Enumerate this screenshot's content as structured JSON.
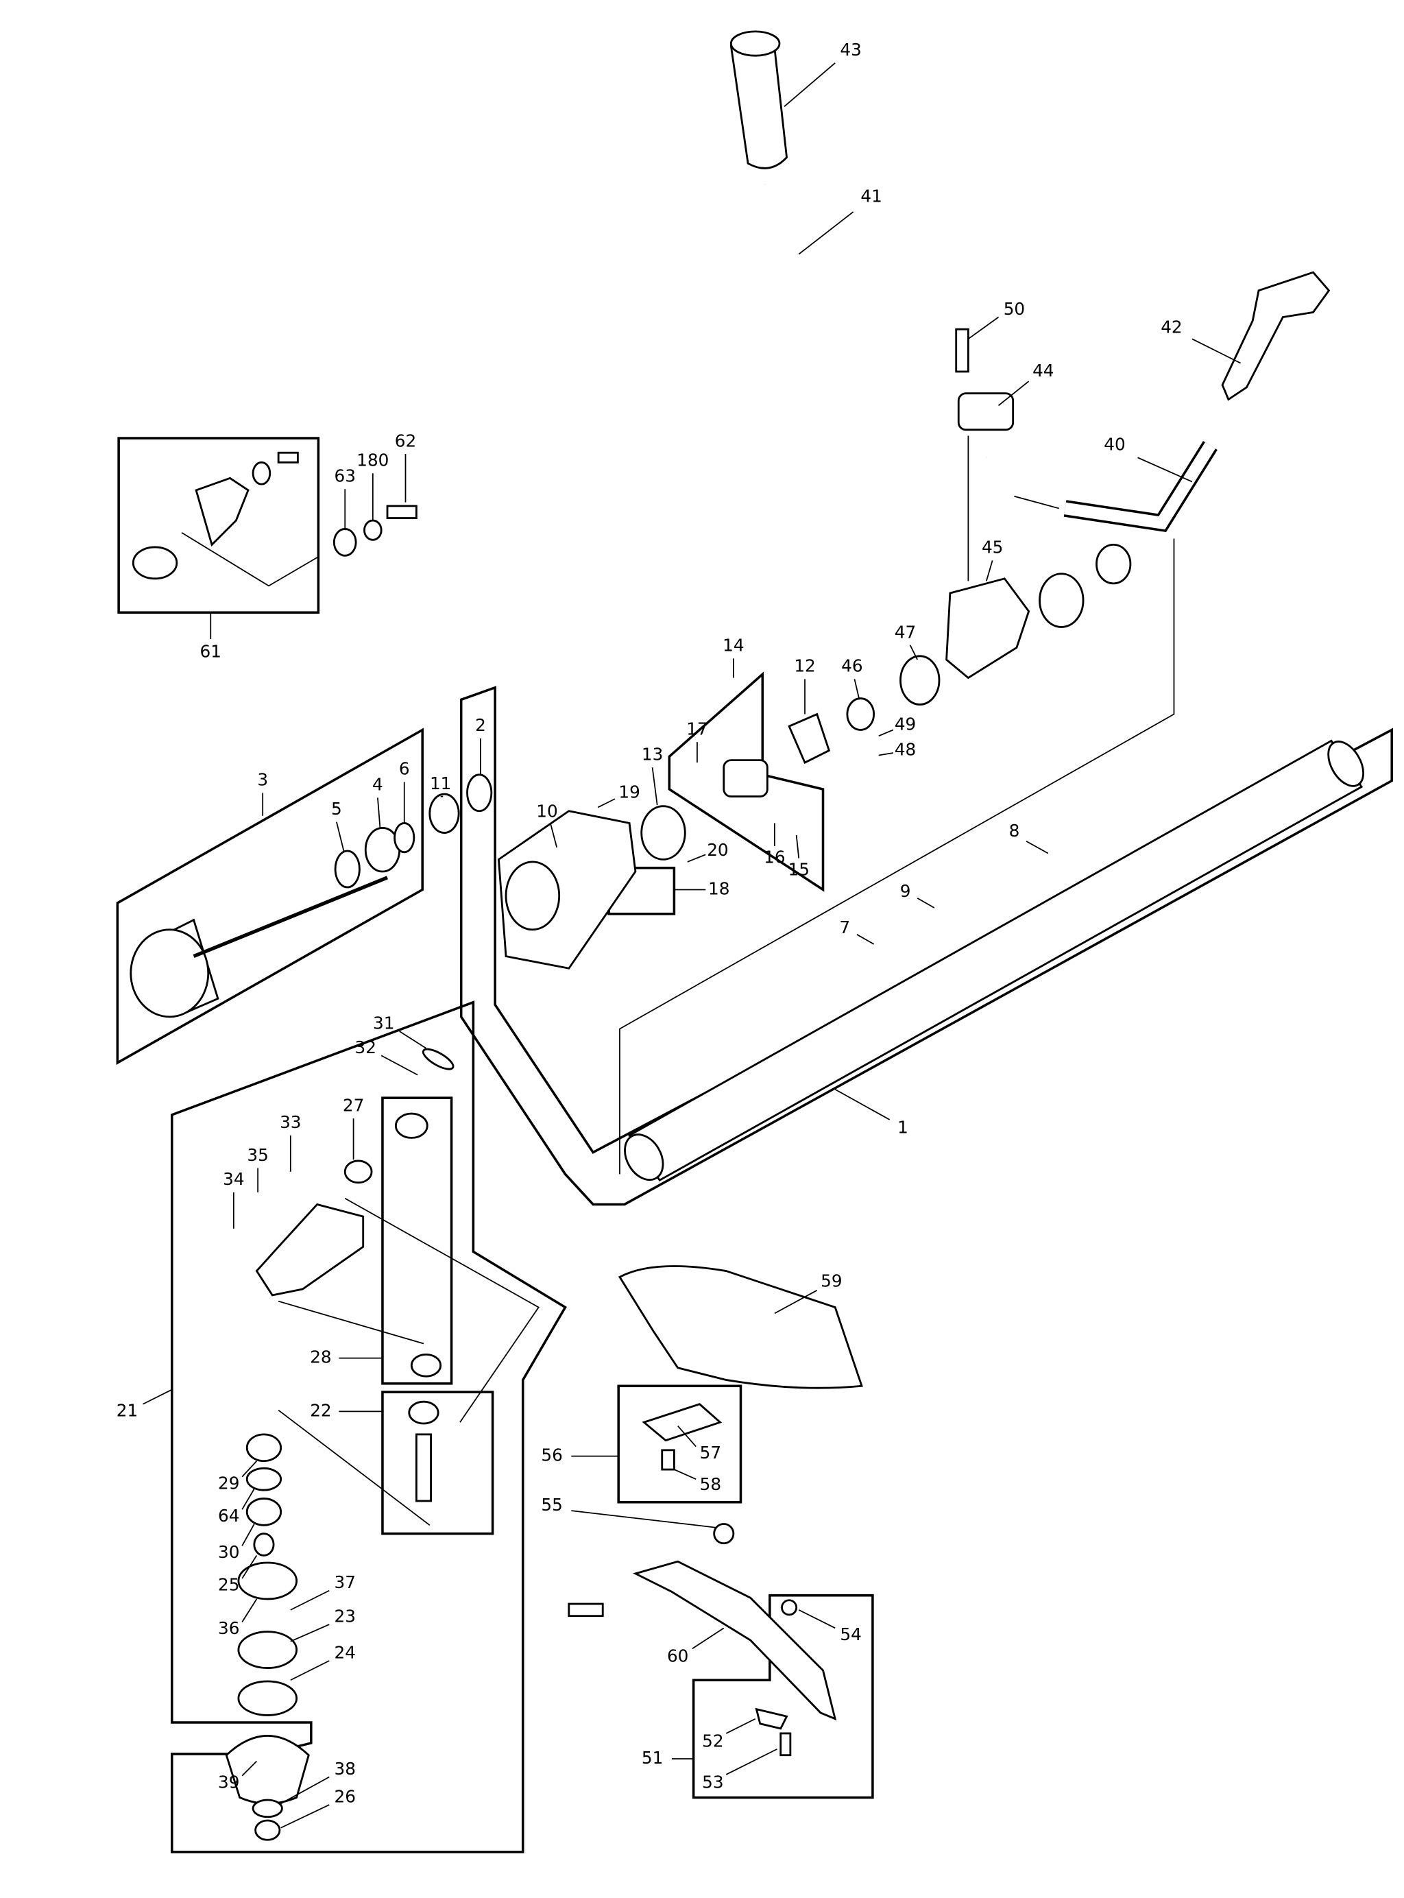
{
  "diagram": {
    "type": "exploded-parts-diagram",
    "part_labels": [
      "1",
      "2",
      "3",
      "4",
      "5",
      "6",
      "7",
      "8",
      "9",
      "10",
      "11",
      "12",
      "13",
      "14",
      "15",
      "16",
      "17",
      "18",
      "19",
      "20",
      "21",
      "22",
      "23",
      "24",
      "25",
      "26",
      "27",
      "28",
      "29",
      "30",
      "31",
      "32",
      "33",
      "34",
      "35",
      "36",
      "37",
      "38",
      "39",
      "40",
      "41",
      "42",
      "43",
      "44",
      "45",
      "46",
      "47",
      "48",
      "49",
      "50",
      "51",
      "52",
      "53",
      "54",
      "55",
      "56",
      "57",
      "58",
      "59",
      "60",
      "61",
      "62",
      "63",
      "64",
      "180"
    ]
  }
}
